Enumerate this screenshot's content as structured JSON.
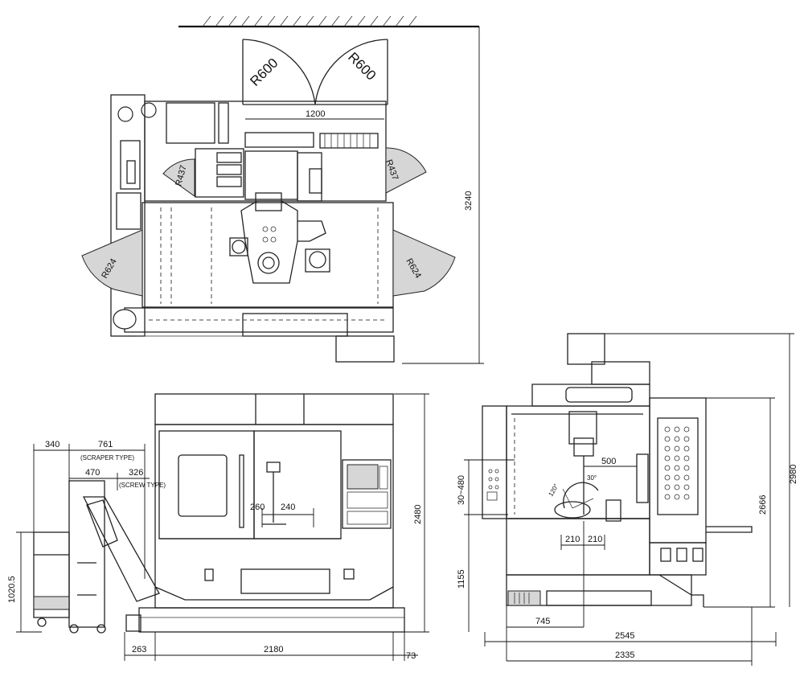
{
  "plan_view": {
    "radii": {
      "door_left": "R600",
      "door_right": "R600",
      "small_left": "R437",
      "small_right": "R437",
      "side_left": "R624",
      "side_right": "R624"
    },
    "width_label": "1200",
    "depth_label": "3240"
  },
  "front_view": {
    "height_label": "2480",
    "conveyor_width_label": "340",
    "scraper_label": "761",
    "scraper_note": "(SCRAPER TYPE)",
    "screw_label_a": "470",
    "screw_label_b": "326",
    "screw_note": "(SCREW TYPE)",
    "conveyor_height_label": "1020.5",
    "bottom_left_label": "263",
    "bottom_width_label": "2180",
    "bottom_right_label": "73",
    "spindle_a_label": "260",
    "spindle_b_label": "240"
  },
  "side_view": {
    "height_overall_label": "2980",
    "height_cabinet_label": "2666",
    "range_label": "30~480",
    "spindle_height_label": "1155",
    "reach_label": "500",
    "angle_a_label": "120°",
    "angle_b_label": "30°",
    "offset_a_label": "210",
    "offset_b_label": "210",
    "base_label": "745",
    "length_a_label": "2545",
    "length_b_label": "2335"
  }
}
